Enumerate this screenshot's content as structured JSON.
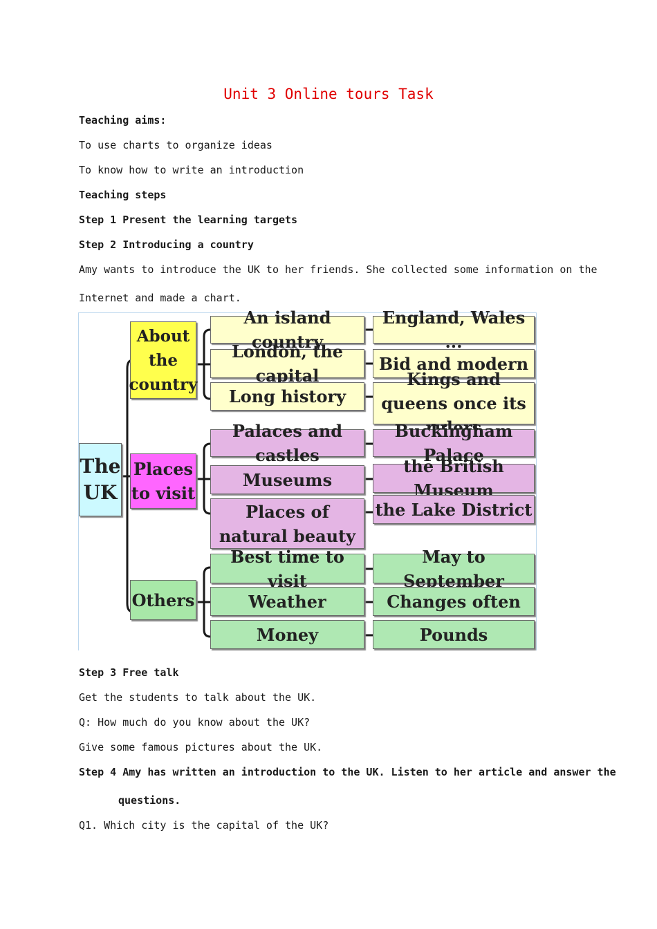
{
  "title": "Unit 3 Online tours Task",
  "lines": {
    "aims_heading": "Teaching aims:",
    "aim1": "To use charts to organize ideas",
    "aim2": "To know how to write an introduction",
    "steps_heading": "Teaching steps",
    "step1": "Step 1 Present the learning targets",
    "step2": "Step 2 Introducing a country",
    "para1a": "Amy wants to introduce the UK to her friends. She collected some information on the",
    "para1b": "Internet and made a chart.",
    "step3": "Step 3 Free talk",
    "free1": "Get the students to talk about the UK.",
    "free2": "Q: How much do you know about the UK?",
    "free3": "Give some famous pictures about the UK.",
    "step4a": "Step 4 Amy has written an introduction to the UK. Listen to her article and answer the",
    "step4b": "questions.",
    "q1": "Q1. Which city is the capital of the UK?"
  },
  "diagram": {
    "root": "The UK",
    "categories": [
      {
        "label": "About the country",
        "items": [
          {
            "topic": "An island country",
            "detail": "England, Wales ..."
          },
          {
            "topic": "London, the capital",
            "detail": "Bid and modern"
          },
          {
            "topic": "Long history",
            "detail": "Kings and queens once its rulers"
          }
        ]
      },
      {
        "label": "Places to visit",
        "items": [
          {
            "topic": "Palaces and castles",
            "detail": "Buckingham Palace"
          },
          {
            "topic": "Museums",
            "detail": "the British Museum"
          },
          {
            "topic": "Places of natural beauty",
            "detail": "the Lake District"
          }
        ]
      },
      {
        "label": "Others",
        "items": [
          {
            "topic": "Best time to visit",
            "detail": "May to September"
          },
          {
            "topic": "Weather",
            "detail": "Changes often"
          },
          {
            "topic": "Money",
            "detail": "Pounds"
          }
        ]
      }
    ]
  },
  "colors": {
    "title": "#e00000",
    "category1": "#ffff4d",
    "leaf1": "#ffffcc",
    "category2": "#ff66ff",
    "leaf2": "#e4b5e4",
    "category3": "#a8e8a8",
    "leaf3": "#afe8b3",
    "root": "#ccf9ff"
  }
}
